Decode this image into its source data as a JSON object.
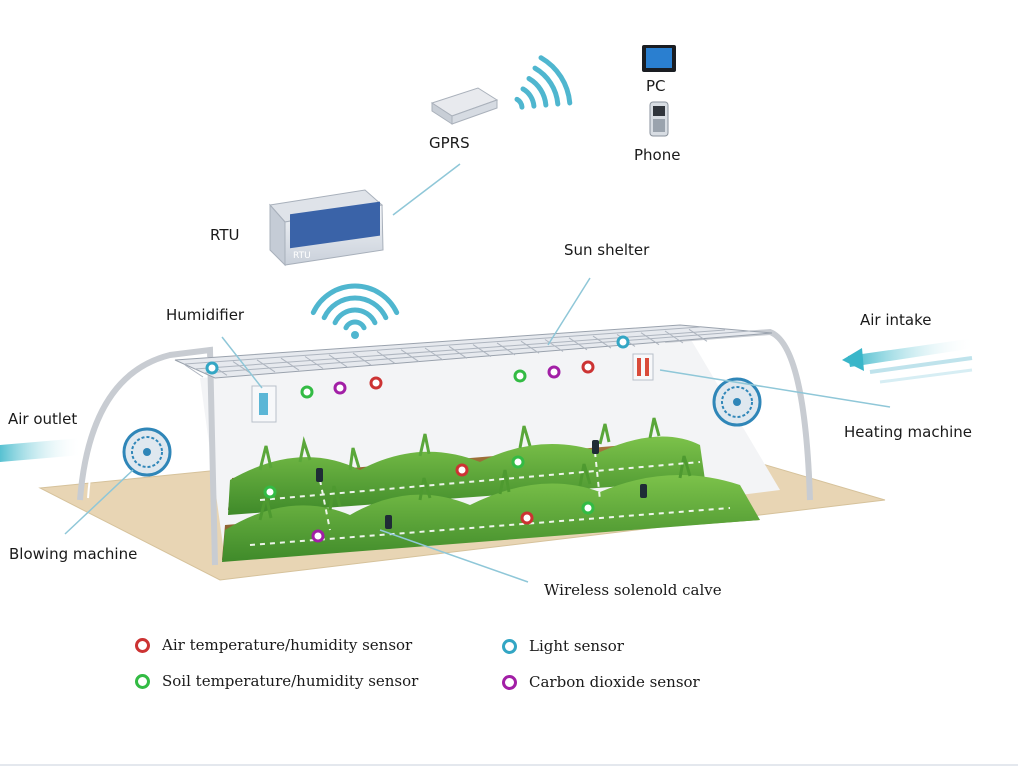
{
  "labels": {
    "pc": "PC",
    "phone": "Phone",
    "gprs": "GPRS",
    "rtu": "RTU",
    "rtu_device": "RTU",
    "sun_shelter": "Sun shelter",
    "humidifier": "Humidifier",
    "air_intake": "Air intake",
    "air_outlet": "Air outlet",
    "heating_machine": "Heating machine",
    "blowing_machine": "Blowing machine",
    "wireless_valve": "Wireless solenold calve"
  },
  "legend": [
    {
      "label": "Air temperature/humidity sensor",
      "color": "#cc3333"
    },
    {
      "label": "Soil temperature/humidity sensor",
      "color": "#33bb44"
    },
    {
      "label": "Light sensor",
      "color": "#33a6c4"
    },
    {
      "label": "Carbon dioxide sensor",
      "color": "#a21fa6"
    }
  ],
  "colors": {
    "air_temp": "#cc3333",
    "soil_temp": "#33bb44",
    "light": "#33a6c4",
    "co2": "#a21fa6",
    "wifi": "#4fb6cf",
    "pointer": "#8fc7d8",
    "fan": "#2f86b8",
    "soil": "#e8d5b4"
  }
}
